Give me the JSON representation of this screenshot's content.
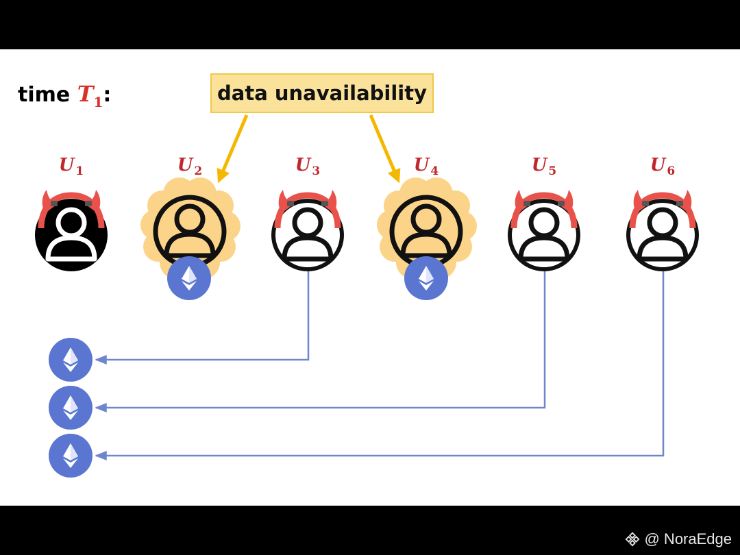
{
  "heading": {
    "prefix": "time",
    "var": "T",
    "sub": "1",
    "suffix": ":"
  },
  "callout": {
    "text": "data unavailability"
  },
  "users": [
    {
      "letter": "U",
      "sub": "1",
      "malicious": true,
      "highlighted": false,
      "filled": true,
      "has_token": false
    },
    {
      "letter": "U",
      "sub": "2",
      "malicious": false,
      "highlighted": true,
      "filled": false,
      "has_token": true
    },
    {
      "letter": "U",
      "sub": "3",
      "malicious": true,
      "highlighted": false,
      "filled": false,
      "has_token": false
    },
    {
      "letter": "U",
      "sub": "4",
      "malicious": false,
      "highlighted": true,
      "filled": false,
      "has_token": true
    },
    {
      "letter": "U",
      "sub": "5",
      "malicious": true,
      "highlighted": false,
      "filled": false,
      "has_token": false
    },
    {
      "letter": "U",
      "sub": "6",
      "malicious": true,
      "highlighted": false,
      "filled": false,
      "has_token": false
    }
  ],
  "withdrawals_from": [
    "U3",
    "U5",
    "U6"
  ],
  "colors": {
    "devil_red": "#e8524a",
    "label_red": "#c0272d",
    "highlight_fill": "#fbd489",
    "token_blue": "#5b76d0",
    "line_blue": "#6f86cc",
    "arrow_gold": "#f4b800"
  },
  "icons": {
    "token": "ethereum-icon",
    "user": "user-icon",
    "devil": "devil-horns-icon"
  },
  "watermark": {
    "text": "@ NoraEdge"
  }
}
